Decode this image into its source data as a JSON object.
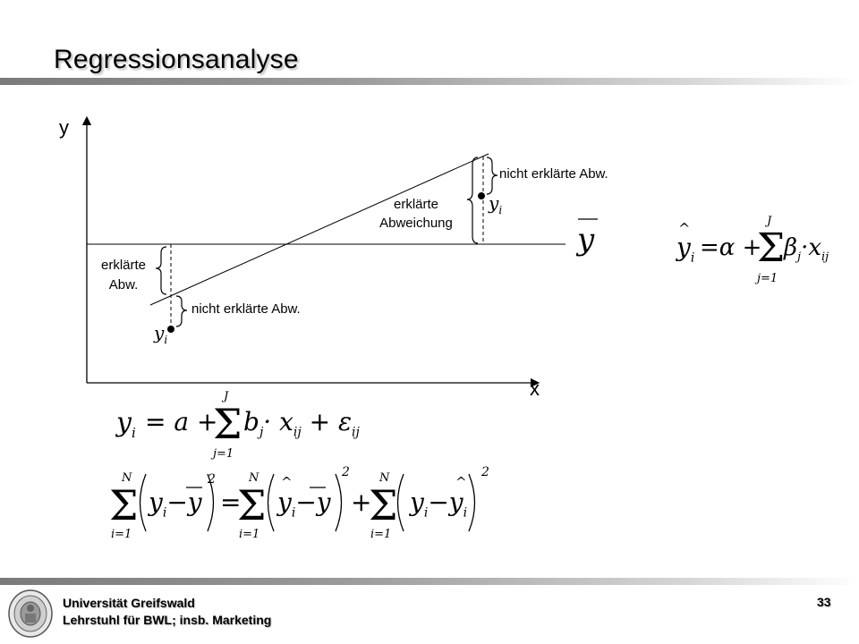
{
  "slide": {
    "title": "Regressionsanalyse",
    "page_number": "33"
  },
  "diagram": {
    "y_axis_label": "y",
    "x_axis_label": "x",
    "mean_label": "y",
    "point_upper_label": "y",
    "point_upper_subscript": "i",
    "point_lower_label": "y",
    "point_lower_subscript": "i",
    "upper_unexplained": "nicht erklärte Abw.",
    "upper_explained_line1": "erklärte",
    "upper_explained_line2": "Abweichung",
    "lower_explained_line1": "erklärte",
    "lower_explained_line2": "Abw.",
    "lower_unexplained": "nicht erklärte Abw."
  },
  "formulas": {
    "estimated": {
      "hat": "^",
      "lhs": "y",
      "lhs_sub": "i",
      "eq": "=α +",
      "sum_top": "J",
      "sum_bottom": "j=1",
      "term": "β",
      "term_sub": "j",
      "dot": "·x",
      "dot_sub": "ij"
    },
    "model": {
      "lhs": "y",
      "lhs_sub": "i",
      "eq": "= a  +",
      "sum_top": "J",
      "sum_bottom": "j=1",
      "term": "b",
      "term_sub": "j",
      "dot": "· x",
      "dot_sub": "ij",
      "plus_eps": "+ ε",
      "eps_sub": "ij"
    },
    "variance": {
      "sum_top": "N",
      "sum_bottom": "i=1",
      "y": "y",
      "sub_i": "i",
      "minus": "−",
      "power": "2",
      "eq": "=",
      "plus": "+",
      "hat": "^"
    }
  },
  "footer": {
    "line1": "Universität Greifswald",
    "line2": "Lehrstuhl für BWL; insb. Marketing"
  }
}
